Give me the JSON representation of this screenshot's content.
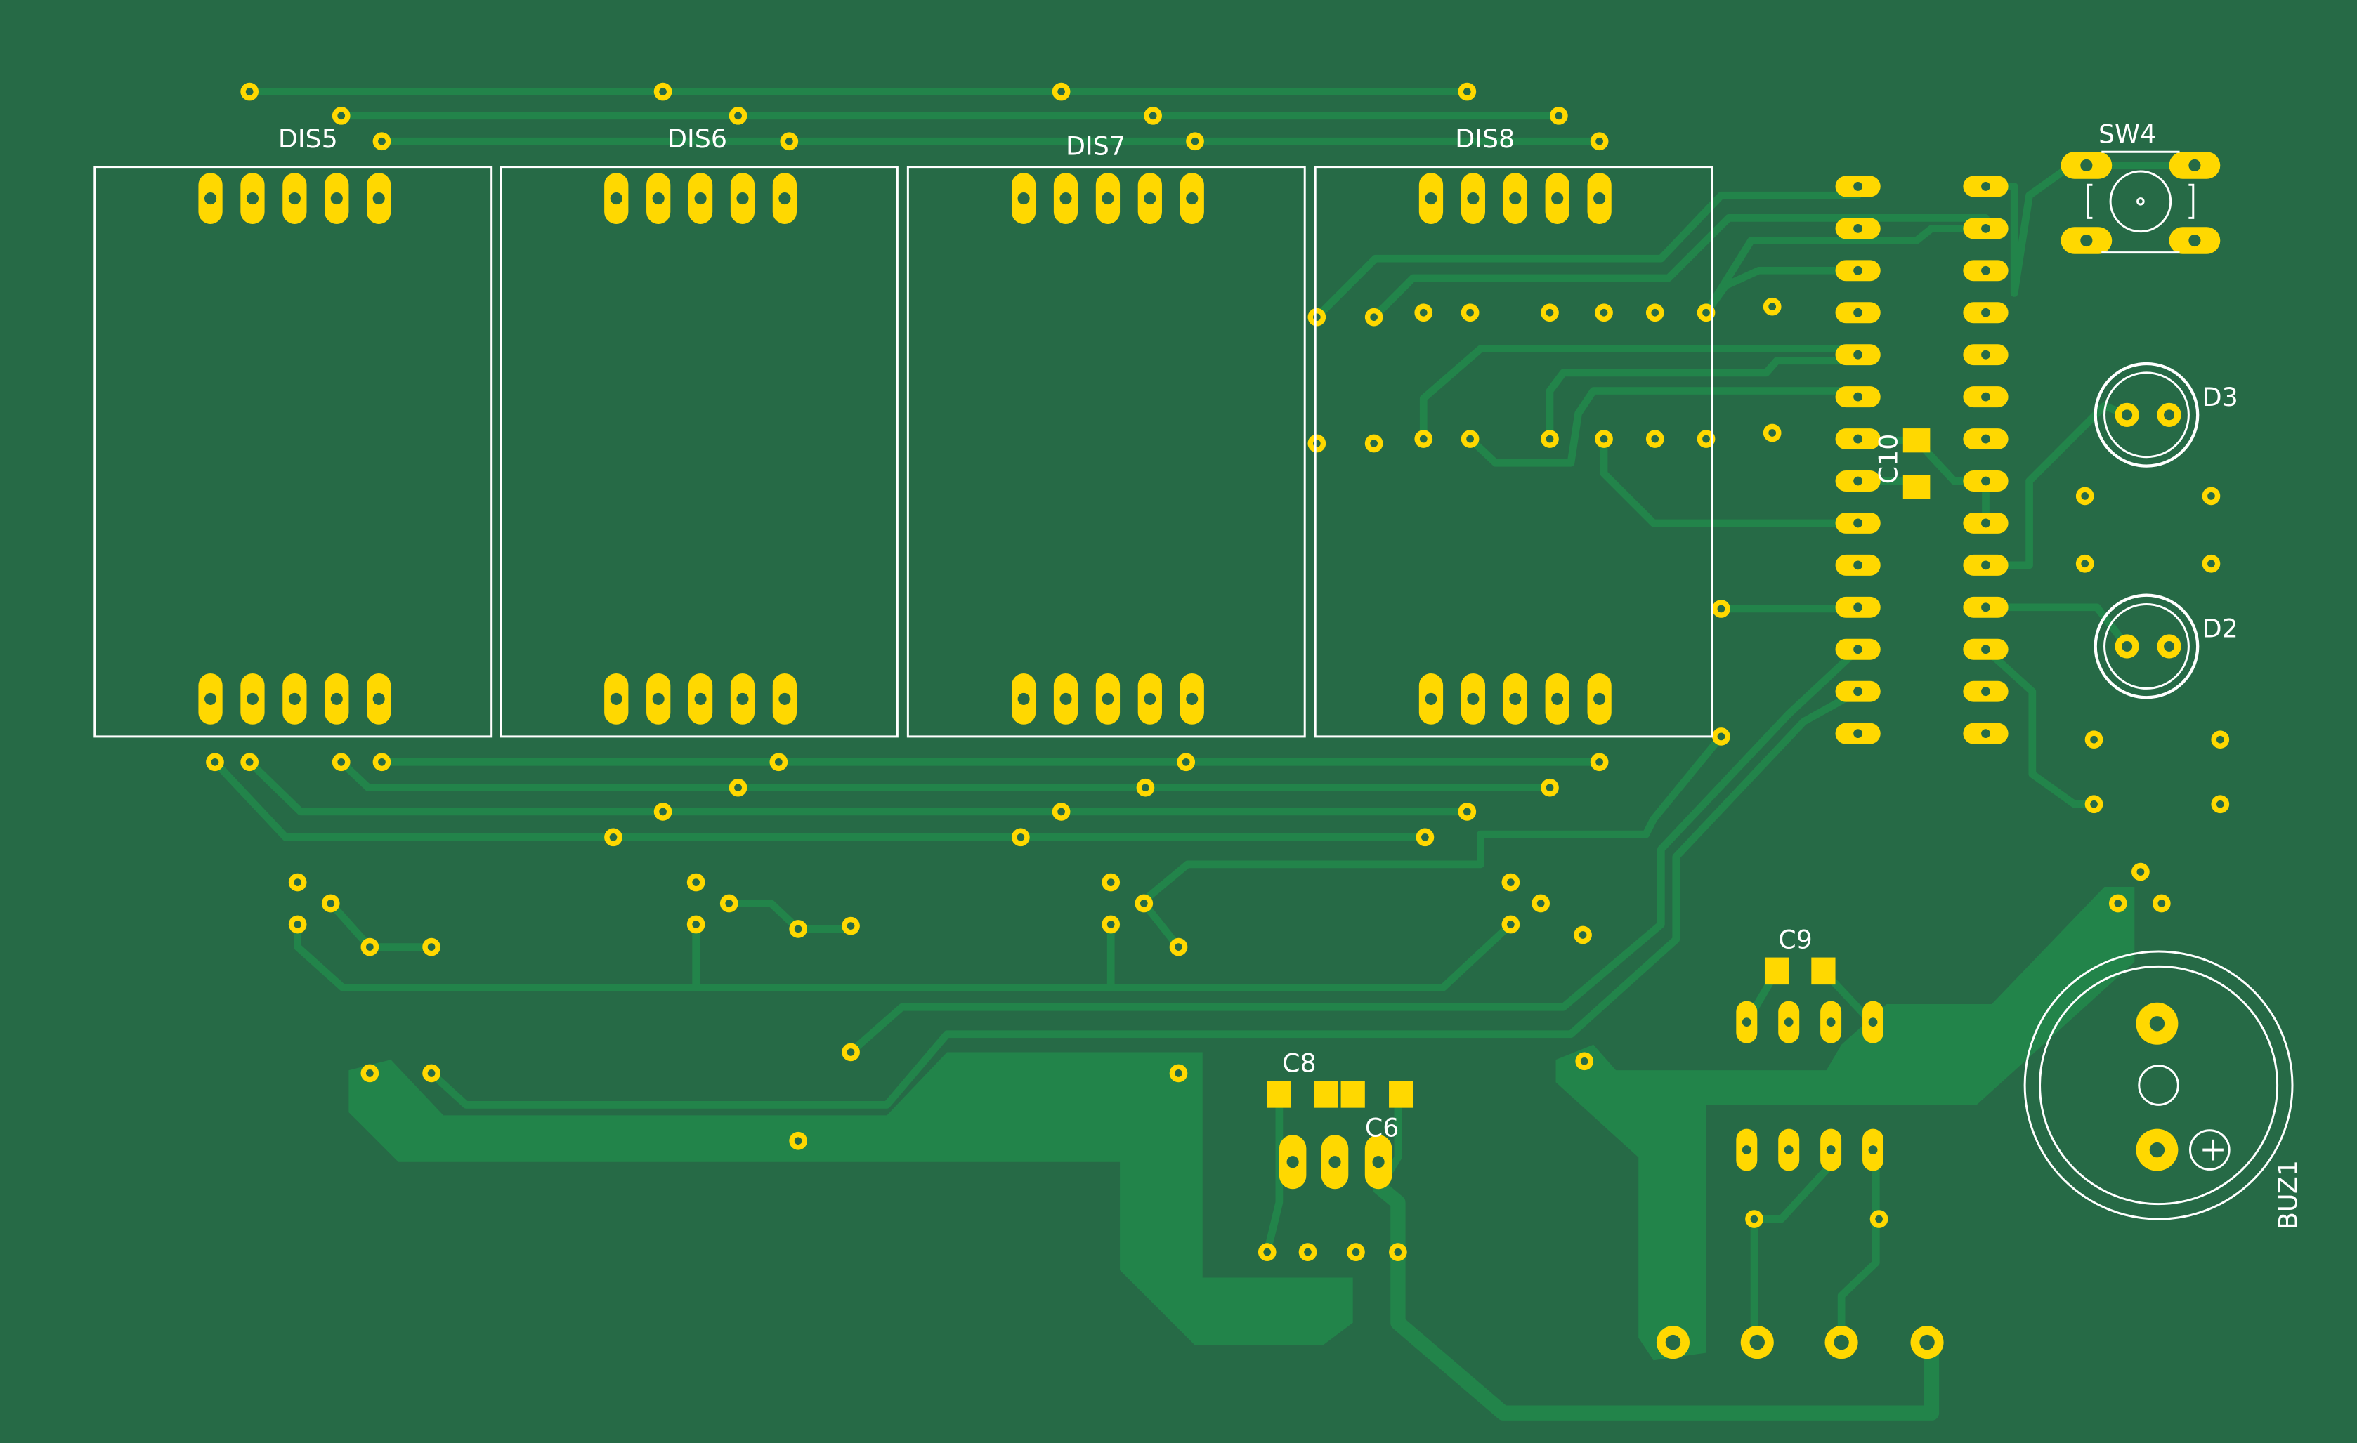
{
  "colors": {
    "board": "#266a46",
    "copper_trace": "#22844a",
    "pad": "#ffd800",
    "silkscreen": "#ffffff"
  },
  "components": {
    "dis5": "DIS5",
    "dis6": "DIS6",
    "dis7": "DIS7",
    "dis8": "DIS8",
    "sw4": "SW4",
    "d3": "D3",
    "d2": "D2",
    "c10": "C10",
    "c9": "C9",
    "c8": "C8",
    "c6": "C6",
    "buz1": "BUZ1",
    "buz1_polarity": "+"
  }
}
